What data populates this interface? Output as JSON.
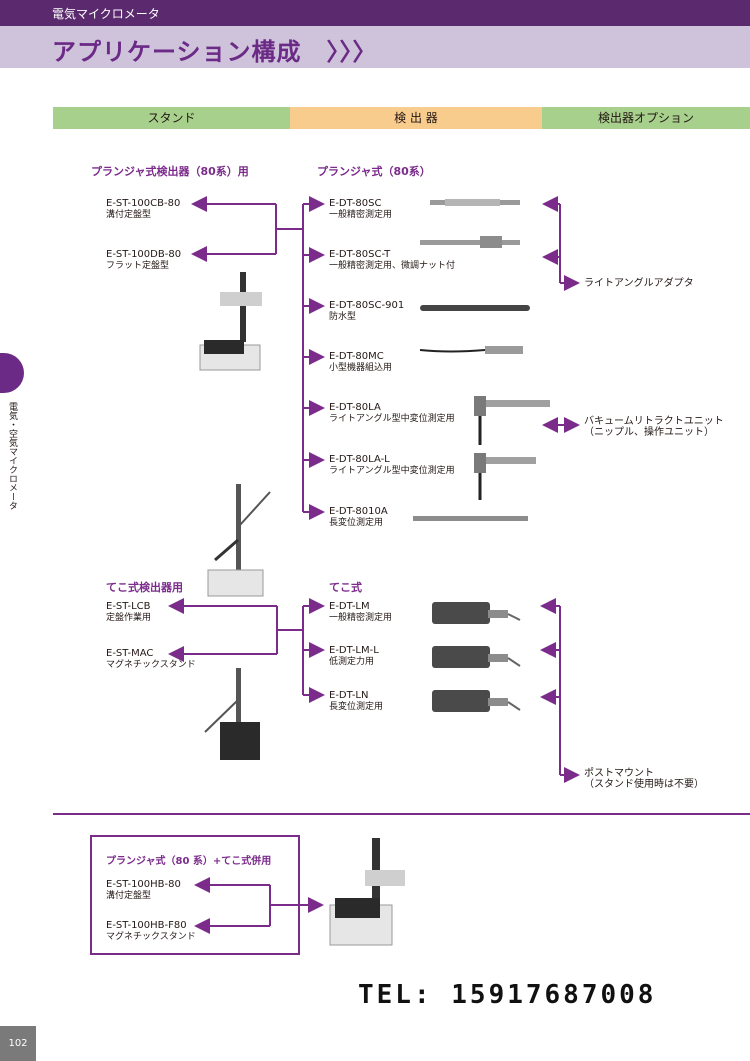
{
  "header": {
    "category": "電気マイクロメータ",
    "title": "アプリケーション構成　〉〉〉"
  },
  "columns": [
    "スタンド",
    "検 出 器",
    "検出器オプション"
  ],
  "stands": {
    "plunger_heading": "プランジャ式検出器（80系）用",
    "plunger_items": [
      {
        "code": "E-ST-100CB-80",
        "desc": "溝付定盤型"
      },
      {
        "code": "E-ST-100DB-80",
        "desc": "フラット定盤型"
      }
    ],
    "lever_heading": "てこ式検出器用",
    "lever_items": [
      {
        "code": "E-ST-LCB",
        "desc": "定盤作業用"
      },
      {
        "code": "E-ST-MAC",
        "desc": "マグネチックスタンド"
      }
    ]
  },
  "detectors": {
    "plunger_heading": "プランジャ式（80系）",
    "plunger_items": [
      {
        "code": "E-DT-80SC",
        "desc": "一般精密測定用"
      },
      {
        "code": "E-DT-80SC-T",
        "desc": "一般精密測定用、微調ナット付"
      },
      {
        "code": "E-DT-80SC-901",
        "desc": "防水型"
      },
      {
        "code": "E-DT-80MC",
        "desc": "小型機器組込用"
      },
      {
        "code": "E-DT-80LA",
        "desc": "ライトアングル型中変位測定用"
      },
      {
        "code": "E-DT-80LA-L",
        "desc": "ライトアングル型中変位測定用"
      },
      {
        "code": "E-DT-8010A",
        "desc": "長変位測定用"
      }
    ],
    "lever_heading": "てこ式",
    "lever_items": [
      {
        "code": "E-DT-LM",
        "desc": "一般精密測定用"
      },
      {
        "code": "E-DT-LM-L",
        "desc": "低測定力用"
      },
      {
        "code": "E-DT-LN",
        "desc": "長変位測定用"
      }
    ]
  },
  "options": {
    "right_angle": "ライトアングルアダプタ",
    "vacuum_1": "バキュームリトラクトユニット",
    "vacuum_2": "（ニップル、操作ユニット）",
    "post_1": "ポストマウント",
    "post_2": "（スタンド使用時は不要）"
  },
  "combo": {
    "heading": "プランジャ式（80 系）+てこ式併用",
    "items": [
      {
        "code": "E-ST-100HB-80",
        "desc": "溝付定盤型"
      },
      {
        "code": "E-ST-100HB-F80",
        "desc": "マグネチックスタンド"
      }
    ]
  },
  "tel": "TEL:  15917687008",
  "side_tab": "電気・空気マイクロメータ",
  "page_number": "102",
  "colors": {
    "purple": "#7b2c8b",
    "header_dark": "#5b2a6e",
    "header_light": "#cfc3dc",
    "green": "#a8d08d",
    "orange": "#f8cc8c"
  }
}
